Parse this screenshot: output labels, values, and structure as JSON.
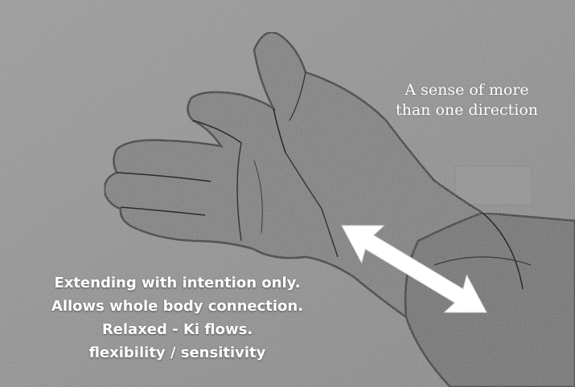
{
  "image": {
    "description_colors": {
      "background": "#8f8f8f",
      "hand_fill": "#7a7a7a",
      "sleeve_fill": "#6b6b6b",
      "arrow": "#ffffff",
      "text": "#ffffff"
    }
  },
  "captions": {
    "top": {
      "line1": "A sense of more",
      "line2": "than one direction"
    },
    "bottom": {
      "line1": "Extending with intention only.",
      "line2": "Allows whole body connection.",
      "line3": "Relaxed - Ki flows.",
      "line4": "flexibility / sensitivity"
    }
  }
}
